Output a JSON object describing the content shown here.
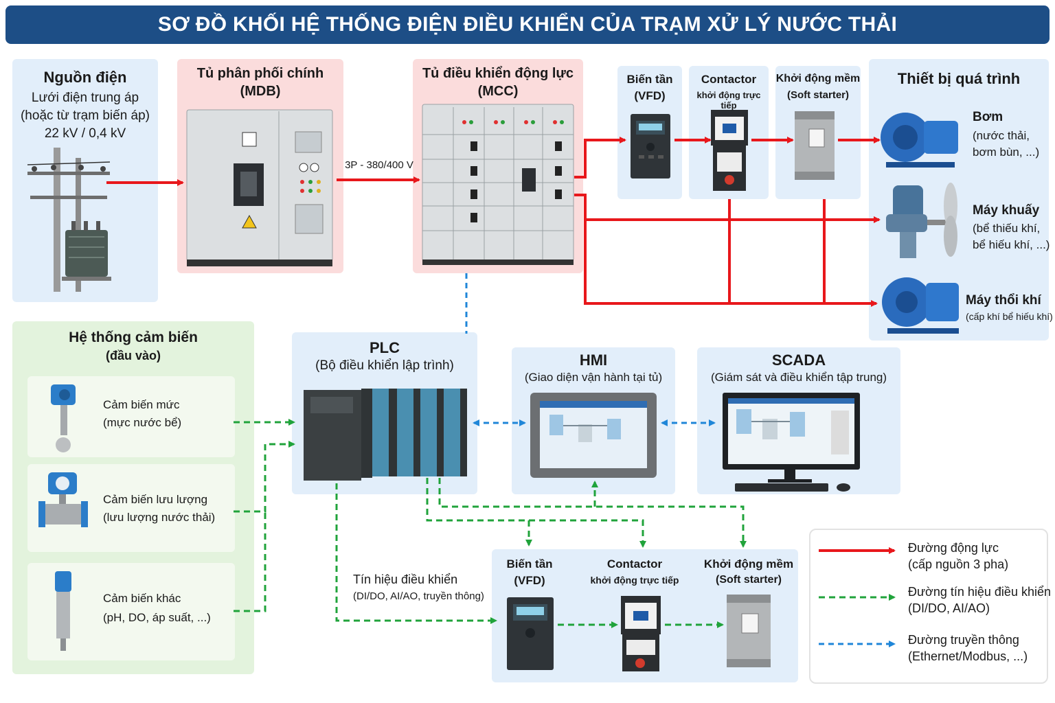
{
  "title": "SƠ ĐỒ KHỐI HỆ THỐNG ĐIỆN ĐIỀU KHIỂN CỦA TRẠM XỬ LÝ NƯỚC THẢI",
  "power_source": {
    "heading": "Nguồn điện",
    "line1": "Lưới điện trung áp",
    "line2": "(hoặc từ trạm biến áp)",
    "line3": "22 kV / 0,4 kV"
  },
  "mdb": {
    "heading": "Tủ phân phối chính",
    "sub": "(MDB)"
  },
  "link_label": "3P - 380/400 V",
  "mcc": {
    "heading": "Tủ điều khiển động lực",
    "sub": "(MCC)"
  },
  "top_devices": {
    "vfd": {
      "name": "Biến tần",
      "sub": "(VFD)"
    },
    "contactor": {
      "name": "Contactor",
      "sub": "khởi động trực tiếp"
    },
    "softstarter": {
      "name": "Khởi động mềm",
      "sub": "(Soft starter)"
    }
  },
  "process": {
    "heading": "Thiết bị quá trình",
    "pump": {
      "name": "Bơm",
      "line1": "(nước thải,",
      "line2": "bơm bùn, ...)"
    },
    "mixer": {
      "name": "Máy khuấy",
      "line1": "(bể thiếu khí,",
      "line2": "bể hiếu khí, ...)"
    },
    "blower": {
      "name": "Máy thổi khí",
      "line1": "(cấp khí bể hiếu khí)"
    }
  },
  "sensors": {
    "heading": "Hệ thống cảm biến",
    "sub": "(đầu vào)",
    "level": {
      "line1": "Cảm biến mức",
      "line2": "(mực nước bể)"
    },
    "flow": {
      "line1": "Cảm biến lưu lượng",
      "line2": "(lưu lượng nước thải)"
    },
    "other": {
      "line1": "Cảm biến khác",
      "line2": "(pH, DO, áp suất, ...)"
    }
  },
  "plc": {
    "heading": "PLC",
    "sub": "(Bộ điều khiển lập trình)"
  },
  "hmi": {
    "heading": "HMI",
    "sub": "(Giao diện vận hành tại tủ)"
  },
  "scada": {
    "heading": "SCADA",
    "sub": "(Giám sát và điều khiển tập trung)"
  },
  "control_signal": {
    "line1": "Tín hiệu điều khiển",
    "line2": "(DI/DO, AI/AO, truyền thông)"
  },
  "bottom_devices": {
    "vfd": {
      "name": "Biến tần",
      "sub": "(VFD)"
    },
    "contactor": {
      "name": "Contactor",
      "sub": "khởi động trực tiếp"
    },
    "softstarter": {
      "name": "Khởi động mềm",
      "sub": "(Soft starter)"
    }
  },
  "legend": {
    "power": {
      "line1": "Đường động lực",
      "line2": "(cấp nguồn 3 pha)"
    },
    "signal": {
      "line1": "Đường tín hiệu điều khiển",
      "line2": "(DI/DO, AI/AO)"
    },
    "comm": {
      "line1": "Đường truyền thông",
      "line2": "(Ethernet/Modbus, ...)"
    }
  },
  "colors": {
    "title_bg": "#1d4e86",
    "power_line": "#e8171b",
    "signal_line": "#20a33b",
    "comm_line": "#1f86d8"
  }
}
